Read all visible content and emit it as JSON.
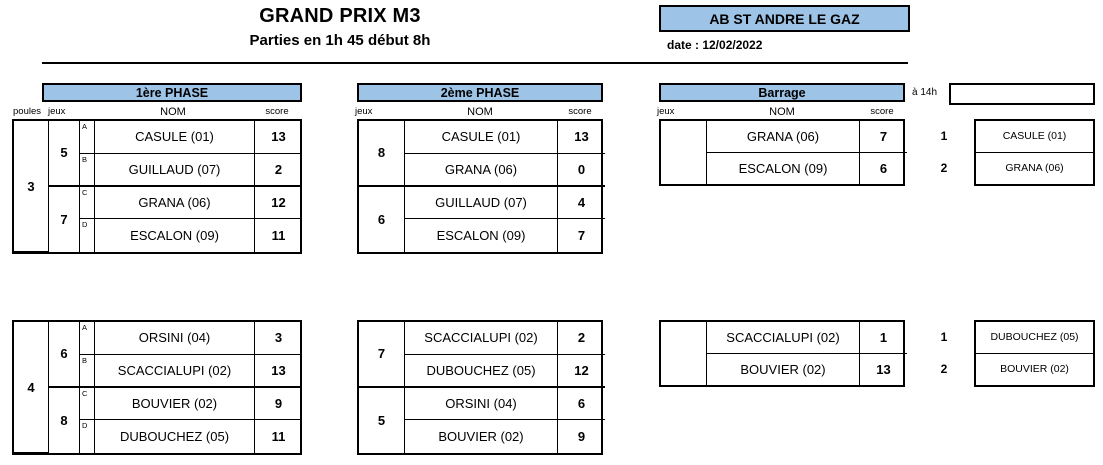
{
  "header": {
    "title": "GRAND PRIX M3",
    "subtitle": "Parties en 1h 45 début 8h",
    "club": "AB ST ANDRE LE GAZ",
    "date_label": "date : 12/02/2022",
    "barrage_time": "à 14h"
  },
  "columns": {
    "poules": "poules",
    "jeux": "jeux",
    "nom": "NOM",
    "score": "score"
  },
  "phase1": {
    "banner": "1ère PHASE",
    "blocks": [
      {
        "poule": "3",
        "games": [
          {
            "jeu": "5",
            "rows": [
              {
                "letter": "A",
                "name": "CASULE (01)",
                "score": "13"
              },
              {
                "letter": "B",
                "name": "GUILLAUD (07)",
                "score": "2"
              }
            ]
          },
          {
            "jeu": "7",
            "rows": [
              {
                "letter": "C",
                "name": "GRANA (06)",
                "score": "12"
              },
              {
                "letter": "D",
                "name": "ESCALON (09)",
                "score": "11"
              }
            ]
          }
        ]
      },
      {
        "poule": "4",
        "games": [
          {
            "jeu": "6",
            "rows": [
              {
                "letter": "A",
                "name": "ORSINI (04)",
                "score": "3"
              },
              {
                "letter": "B",
                "name": "SCACCIALUPI (02)",
                "score": "13"
              }
            ]
          },
          {
            "jeu": "8",
            "rows": [
              {
                "letter": "C",
                "name": "BOUVIER (02)",
                "score": "9"
              },
              {
                "letter": "D",
                "name": "DUBOUCHEZ (05)",
                "score": "11"
              }
            ]
          }
        ]
      }
    ]
  },
  "phase2": {
    "banner": "2ème PHASE",
    "blocks": [
      {
        "games": [
          {
            "jeu": "8",
            "rows": [
              {
                "name": "CASULE (01)",
                "score": "13"
              },
              {
                "name": "GRANA (06)",
                "score": "0"
              }
            ]
          },
          {
            "jeu": "6",
            "rows": [
              {
                "name": "GUILLAUD (07)",
                "score": "4"
              },
              {
                "name": "ESCALON (09)",
                "score": "7"
              }
            ]
          }
        ]
      },
      {
        "games": [
          {
            "jeu": "7",
            "rows": [
              {
                "name": "SCACCIALUPI (02)",
                "score": "2"
              },
              {
                "name": "DUBOUCHEZ (05)",
                "score": "12"
              }
            ]
          },
          {
            "jeu": "5",
            "rows": [
              {
                "name": "ORSINI (04)",
                "score": "6"
              },
              {
                "name": "BOUVIER (02)",
                "score": "9"
              }
            ]
          }
        ]
      }
    ]
  },
  "barrage": {
    "banner": "Barrage",
    "blocks": [
      {
        "jeu": "",
        "rows": [
          {
            "name": "GRANA (06)",
            "score": "7"
          },
          {
            "name": "ESCALON (09)",
            "score": "6"
          }
        ]
      },
      {
        "jeu": "",
        "rows": [
          {
            "name": "SCACCIALUPI (02)",
            "score": "1"
          },
          {
            "name": "BOUVIER (02)",
            "score": "13"
          }
        ]
      }
    ]
  },
  "qualified": {
    "empty_box": "",
    "blocks": [
      {
        "rows": [
          {
            "rank": "1",
            "name": "CASULE (01)"
          },
          {
            "rank": "2",
            "name": "GRANA (06)"
          }
        ]
      },
      {
        "rows": [
          {
            "rank": "1",
            "name": "DUBOUCHEZ (05)"
          },
          {
            "rank": "2",
            "name": "BOUVIER (02)"
          }
        ]
      }
    ]
  },
  "colors": {
    "banner_blue": "#9DC3E6",
    "border": "#000000",
    "background": "#FFFFFF"
  }
}
